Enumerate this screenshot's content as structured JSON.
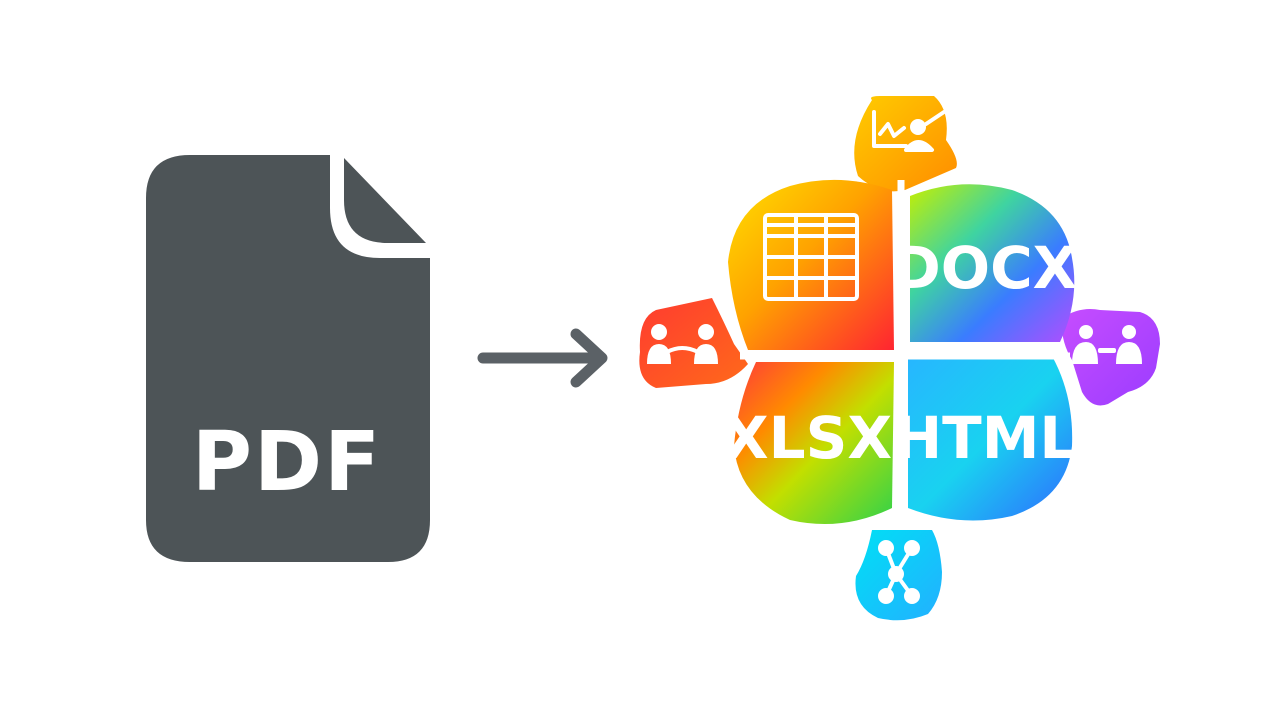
{
  "source": {
    "label": "PDF",
    "icon": "pdf-file-icon",
    "color": "#4d5457"
  },
  "arrow": {
    "icon": "arrow-right-icon",
    "color": "#5b6166"
  },
  "outputs": [
    {
      "label": "",
      "icon": "table-icon"
    },
    {
      "label": "DOCX",
      "icon": "docx-text"
    },
    {
      "label": "XLSX",
      "icon": "xlsx-text"
    },
    {
      "label": "HTML",
      "icon": "html-text"
    }
  ],
  "satellite_icons": [
    "chart-presenter-icon",
    "people-handshake-icon",
    "people-meeting-icon",
    "network-nodes-icon"
  ],
  "palette": [
    "#ff9a00",
    "#ffd400",
    "#ff2d2d",
    "#7dd321",
    "#00e5e8",
    "#2e6bff",
    "#b24dff"
  ]
}
